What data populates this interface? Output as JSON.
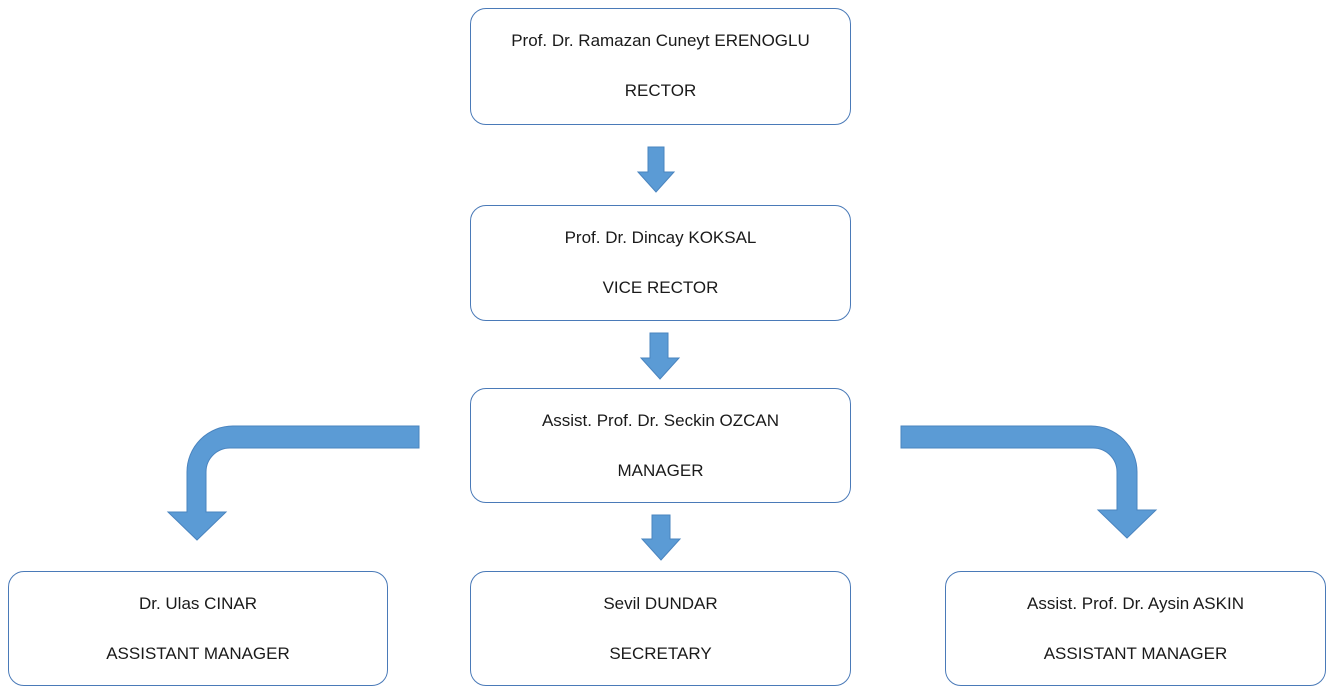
{
  "colors": {
    "node_border": "#4a7ab8",
    "arrow_fill": "#5b9bd5",
    "arrow_stroke": "#4a84bf"
  },
  "nodes": {
    "rector": {
      "name": "Prof. Dr. Ramazan Cuneyt ERENOGLU",
      "role": "RECTOR"
    },
    "vice": {
      "name": "Prof. Dr. Dincay KOKSAL",
      "role": "VICE RECTOR"
    },
    "manager": {
      "name": "Assist. Prof. Dr. Seckin OZCAN",
      "role": "MANAGER"
    },
    "am_left": {
      "name": "Dr. Ulas CINAR",
      "role": "ASSISTANT MANAGER"
    },
    "secretary": {
      "name": "Sevil DUNDAR",
      "role": "SECRETARY"
    },
    "am_right": {
      "name": "Assist. Prof. Dr. Aysin ASKIN",
      "role": "ASSISTANT MANAGER"
    }
  },
  "connections": [
    {
      "from": "rector",
      "to": "vice"
    },
    {
      "from": "vice",
      "to": "manager"
    },
    {
      "from": "manager",
      "to": "am_left"
    },
    {
      "from": "manager",
      "to": "secretary"
    },
    {
      "from": "manager",
      "to": "am_right"
    }
  ]
}
